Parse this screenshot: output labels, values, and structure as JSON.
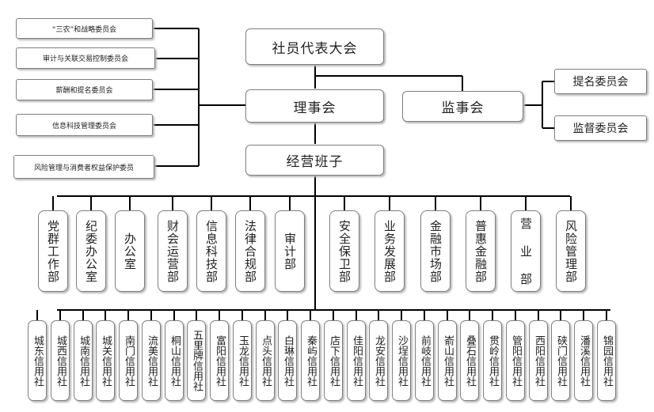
{
  "top": {
    "general_assembly": "社员代表大会",
    "board": "理事会",
    "supervisory_board": "监事会",
    "management": "经营班子"
  },
  "board_committees": [
    "“三农”和战略委员会",
    "审计与关联交易控制委员会",
    "薪酬和提名委员会",
    "信息科技管理委员会",
    "风险管理与消费者权益保护委员"
  ],
  "supervisory_committees": [
    "提名委员会",
    "监督委员会"
  ],
  "departments": [
    "党群工作部",
    "纪委办公室",
    "办公室",
    "财会运营部",
    "信息科技部",
    "法律合规部",
    "审计部",
    "安全保卫部",
    "业务发展部",
    "金融市场部",
    "普惠金融部",
    "营 业 部",
    "风险管理部"
  ],
  "branches": [
    "城东信用社",
    "城西信用社",
    "城南信用社",
    "城关信用社",
    "南门信用社",
    "流美信用社",
    "桐山信用社",
    "五里牌信用社",
    "富阳信用社",
    "玉龙信用社",
    "点头信用社",
    "白琳信用社",
    "秦屿信用社",
    "店下信用社",
    "佳阳信用社",
    "龙安信用社",
    "沙埕信用社",
    "前岐信用社",
    "嵛山信用社",
    "叠石信用社",
    "贯岭信用社",
    "管阳信用社",
    "西阳信用社",
    "硖门信用社",
    "潘溪信用社",
    "锦园信用社"
  ]
}
